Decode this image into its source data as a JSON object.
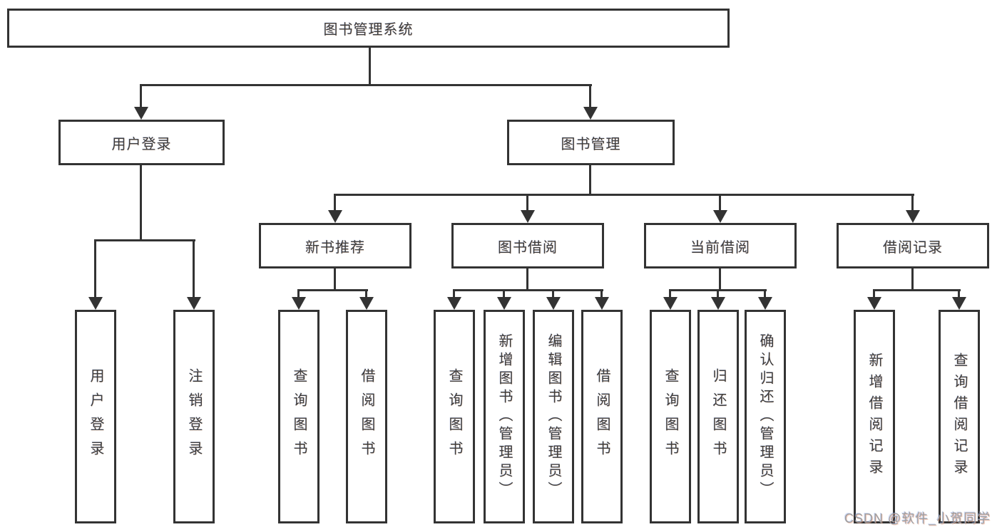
{
  "diagram": {
    "root": {
      "label": "图书管理系统"
    },
    "level2": [
      {
        "label": "用户登录"
      },
      {
        "label": "图书管理"
      }
    ],
    "level3": [
      {
        "label": "新书推荐",
        "parent": "图书管理"
      },
      {
        "label": "图书借阅",
        "parent": "图书管理"
      },
      {
        "label": "当前借阅",
        "parent": "图书管理"
      },
      {
        "label": "借阅记录",
        "parent": "图书管理"
      }
    ],
    "leaves": [
      {
        "label": "用户登录",
        "parent": "用户登录"
      },
      {
        "label": "注销登录",
        "parent": "用户登录"
      },
      {
        "label": "查询图书",
        "parent": "新书推荐"
      },
      {
        "label": "借阅图书",
        "parent": "新书推荐"
      },
      {
        "label": "查询图书",
        "parent": "图书借阅"
      },
      {
        "label": "新增图书（管理员）",
        "parent": "图书借阅"
      },
      {
        "label": "编辑图书（管理员）",
        "parent": "图书借阅"
      },
      {
        "label": "借阅图书",
        "parent": "图书借阅"
      },
      {
        "label": "查询图书",
        "parent": "当前借阅"
      },
      {
        "label": "归还图书",
        "parent": "当前借阅"
      },
      {
        "label": "确认归还（管理员）",
        "parent": "当前借阅"
      },
      {
        "label": "新增借阅记录",
        "parent": "借阅记录"
      },
      {
        "label": "查询借阅记录",
        "parent": "借阅记录"
      }
    ],
    "watermark": "CSDN @软件_小贺同学",
    "colors": {
      "line": "#333333",
      "box_border": "#333333",
      "text": "#3d3d3d",
      "background": "#ffffff",
      "watermark_text": "#9f9f9f"
    }
  }
}
